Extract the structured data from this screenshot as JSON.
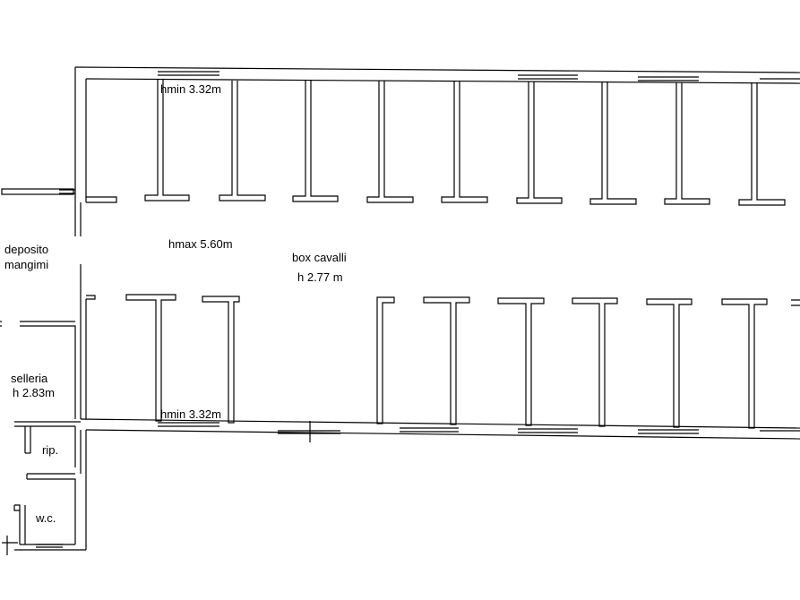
{
  "labels": {
    "hmin_top": "hmin 3.32m",
    "hmax": "hmax 5.60m",
    "box_title": "box cavalli",
    "box_height": "h 2.77 m",
    "deposito": "deposito",
    "mangimi": "mangimi",
    "selleria": "selleria",
    "selleria_height": "h 2.83m",
    "hmin_bottom": "hmin 3.32m",
    "rip": "rip.",
    "wc": "w.c."
  }
}
